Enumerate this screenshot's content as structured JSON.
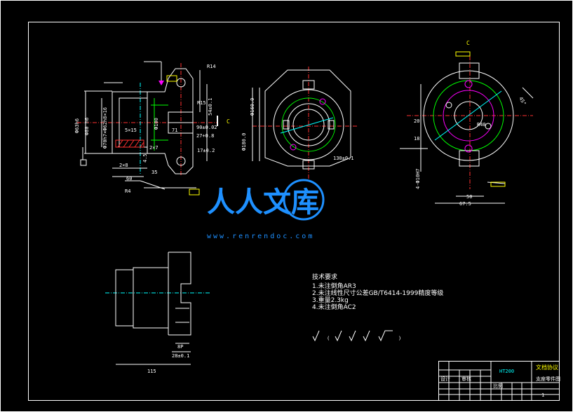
{
  "view_label": "C",
  "dims_front": {
    "r14": "R14",
    "r15": "R15",
    "phi63": "Ф63h6",
    "phi80": "Ф80 h6",
    "phi70": "Ф70h7×Ф62h8×16",
    "d5x15": "5×15",
    "d2x8": "2×8",
    "d60": "60",
    "d35": "35",
    "r4": "R4",
    "d2x7": "2×7",
    "d100": "Ф100",
    "d4x15": "4.5",
    "d54": "54±0.1",
    "d17": "17±0.2",
    "d27": "27+0.8",
    "d90": "90±0.02",
    "d71": "71"
  },
  "dims_mid": {
    "v1": "Ф180.0",
    "v2": "Ф160.0",
    "v3": "130±0.1"
  },
  "dims_right": {
    "d20": "20",
    "d18": "18",
    "d67": "67.5",
    "d50": "50",
    "d4x": "4-Ф10H7",
    "r40": "R40",
    "d45": "45°"
  },
  "dims_bottom": {
    "d115": "115",
    "d28": "28±0.1",
    "d8": "8P"
  },
  "tech": {
    "title": "技术要求",
    "l1": "1.未注倒角AR3",
    "l2": "2.未注线性尺寸公差GB/T6414-1999精度等级",
    "l3": "3.重量2.3kg",
    "l4": "4.未注倒角AC2"
  },
  "watermark": {
    "text": "人人文库",
    "url": "www.renrendoc.com"
  },
  "title_block": {
    "material": "HT200",
    "name": "支座零件图",
    "company": "文档协议",
    "sheet": "1",
    "design": "设计",
    "check": "审核",
    "scale": "比例"
  }
}
